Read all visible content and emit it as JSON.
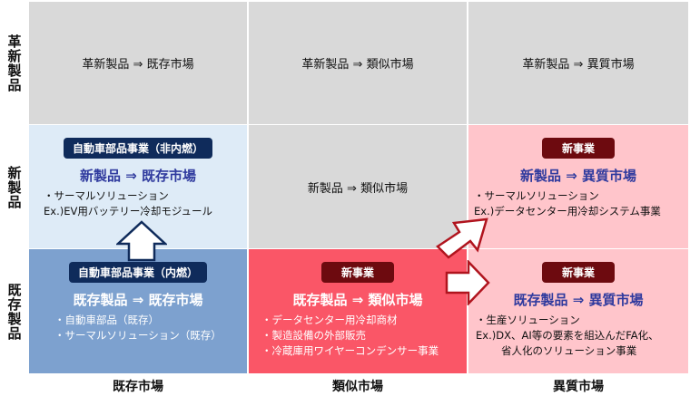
{
  "y_axis": {
    "rows": [
      {
        "label_chars": [
          "革",
          "新",
          "製",
          "品"
        ],
        "label": "革新製品"
      },
      {
        "label_chars": [
          "新",
          "製",
          "品"
        ],
        "label": "新製品"
      },
      {
        "label_chars": [
          "既",
          "存",
          "製",
          "品"
        ],
        "label": "既存製品"
      }
    ]
  },
  "x_axis": {
    "columns": [
      "既存市場",
      "類似市場",
      "異質市場"
    ]
  },
  "cells": {
    "r0c0": {
      "text": "革新製品 ⇒ 既存市場"
    },
    "r0c1": {
      "text": "革新製品 ⇒ 類似市場"
    },
    "r0c2": {
      "text": "革新製品 ⇒ 異質市場"
    },
    "r1c0": {
      "badge": "自動車部品事業（非内燃）",
      "title": "新製品 ⇒ 既存市場",
      "bullets": [
        "・サーマルソリューション",
        "Ex.)EV用バッテリー冷却モジュール"
      ]
    },
    "r1c1": {
      "text": "新製品 ⇒ 類似市場"
    },
    "r1c2": {
      "badge": "新事業",
      "title": "新製品 ⇒ 異質市場",
      "bullets": [
        "・サーマルソリューション",
        "Ex.)データセンター用冷却システム事業"
      ]
    },
    "r2c0": {
      "badge": "自動車部品事業（内燃）",
      "title": "既存製品 ⇒ 既存市場",
      "bullets": [
        "・自動車部品（既存）",
        "・サーマルソリューション（既存）"
      ]
    },
    "r2c1": {
      "badge": "新事業",
      "title": "既存製品 ⇒ 類似市場",
      "bullets": [
        "・データセンター用冷却商材",
        "・製造設備の外部販売",
        "・冷蔵庫用ワイヤーコンデンサー事業"
      ]
    },
    "r2c2": {
      "badge": "新事業",
      "title": "既存製品 ⇒ 異質市場",
      "bullets": [
        "・生産ソリューション",
        "Ex.)DX、AI等の要素を組込んだFA化、",
        "省人化のソリューション事業"
      ]
    }
  },
  "colors": {
    "gray": "#d9d9d9",
    "light_blue": "#deebf7",
    "blue": "#7da1cf",
    "red": "#fa5667",
    "pink": "#ffc5cb",
    "navy_badge": "#0f2b5b",
    "maroon_badge": "#6d0a0f",
    "title_blue": "#2f3a9e"
  }
}
